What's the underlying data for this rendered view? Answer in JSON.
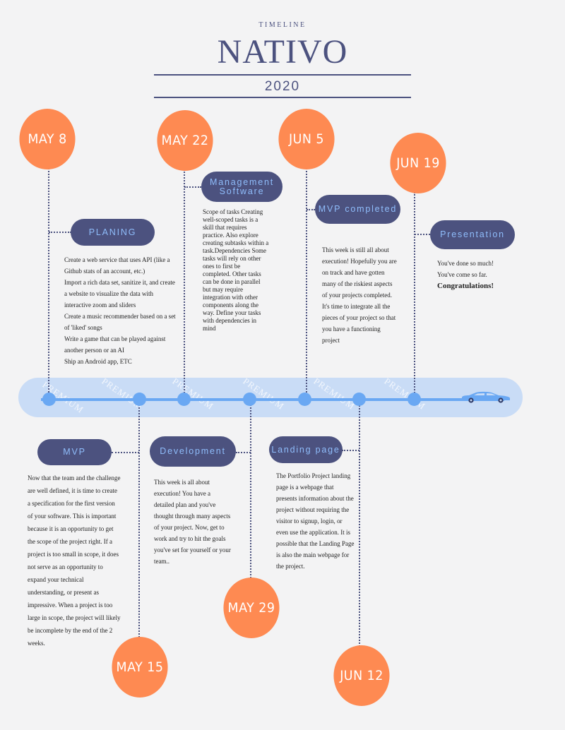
{
  "header": {
    "kicker": "TIMELINE",
    "title": "NATIVO",
    "year": "2020"
  },
  "watermark": "PREMIUM",
  "events_top": [
    {
      "date": "MAY 8",
      "label": "PLANING",
      "text": [
        "Create a web service that uses API (like a Github stats of an account, etc.)",
        "Import a rich data set, sanitize it, and create a website to visualize the data with interactive zoom and sliders",
        "Create a music recommender based on a set of 'liked' songs",
        "Write a game that can be played against another person or an AI",
        "Ship an Android app, ETC"
      ]
    },
    {
      "date": "MAY 22",
      "label": "Management Software",
      "text": "Scope of tasks Creating well-scoped tasks is a skill that requires practice. Also explore creating subtasks within a task.Dependencies Some tasks will rely on other ones to first be completed. Other tasks can be done in parallel but may require integration with other components along the way. Define your tasks with dependencies in mind"
    },
    {
      "date": "JUN 5",
      "label": "MVP completed",
      "text": "This week is still all about execution! Hopefully you are on track and have gotten many of the riskiest aspects of your projects completed. It's time to integrate all the pieces of your project so that you have a functioning project"
    },
    {
      "date": "JUN 19",
      "label": "Presentation",
      "text": [
        "You've done so much!",
        "You've come so far."
      ],
      "bold": "Congratulations!"
    }
  ],
  "events_bottom": [
    {
      "date": "MAY 15",
      "label": "MVP",
      "text": "Now that the team and the challenge are well defined, it is time to create a specification for the first version of your software. This is important because it is an opportunity to get the scope of the project right. If a project is too small in scope, it does not serve as an opportunity to expand your technical understanding, or present as impressive. When a project is too large in scope, the project will likely be incomplete by the end of the 2 weeks."
    },
    {
      "date": "MAY 29",
      "label": "Development",
      "text": "This week is all about execution! You have a detailed plan and you've thought through many aspects of your project. Now, get to work and try to hit the goals you've set for yourself or your team.."
    },
    {
      "date": "JUN 12",
      "label": "Landing page",
      "text": "The Portfolio Project landing page is a webpage that presents information about the project without requiring the visitor to signup, login, or even use the application. It is possible that the Landing Page is also the main webpage for the project."
    }
  ],
  "colors": {
    "navy": "#4c527f",
    "orange": "#fe8a52",
    "blue": "#6aa8f3",
    "band": "#c9dcf6",
    "pill_text": "#8fbdfb"
  },
  "icons": {
    "car": "car-icon"
  }
}
